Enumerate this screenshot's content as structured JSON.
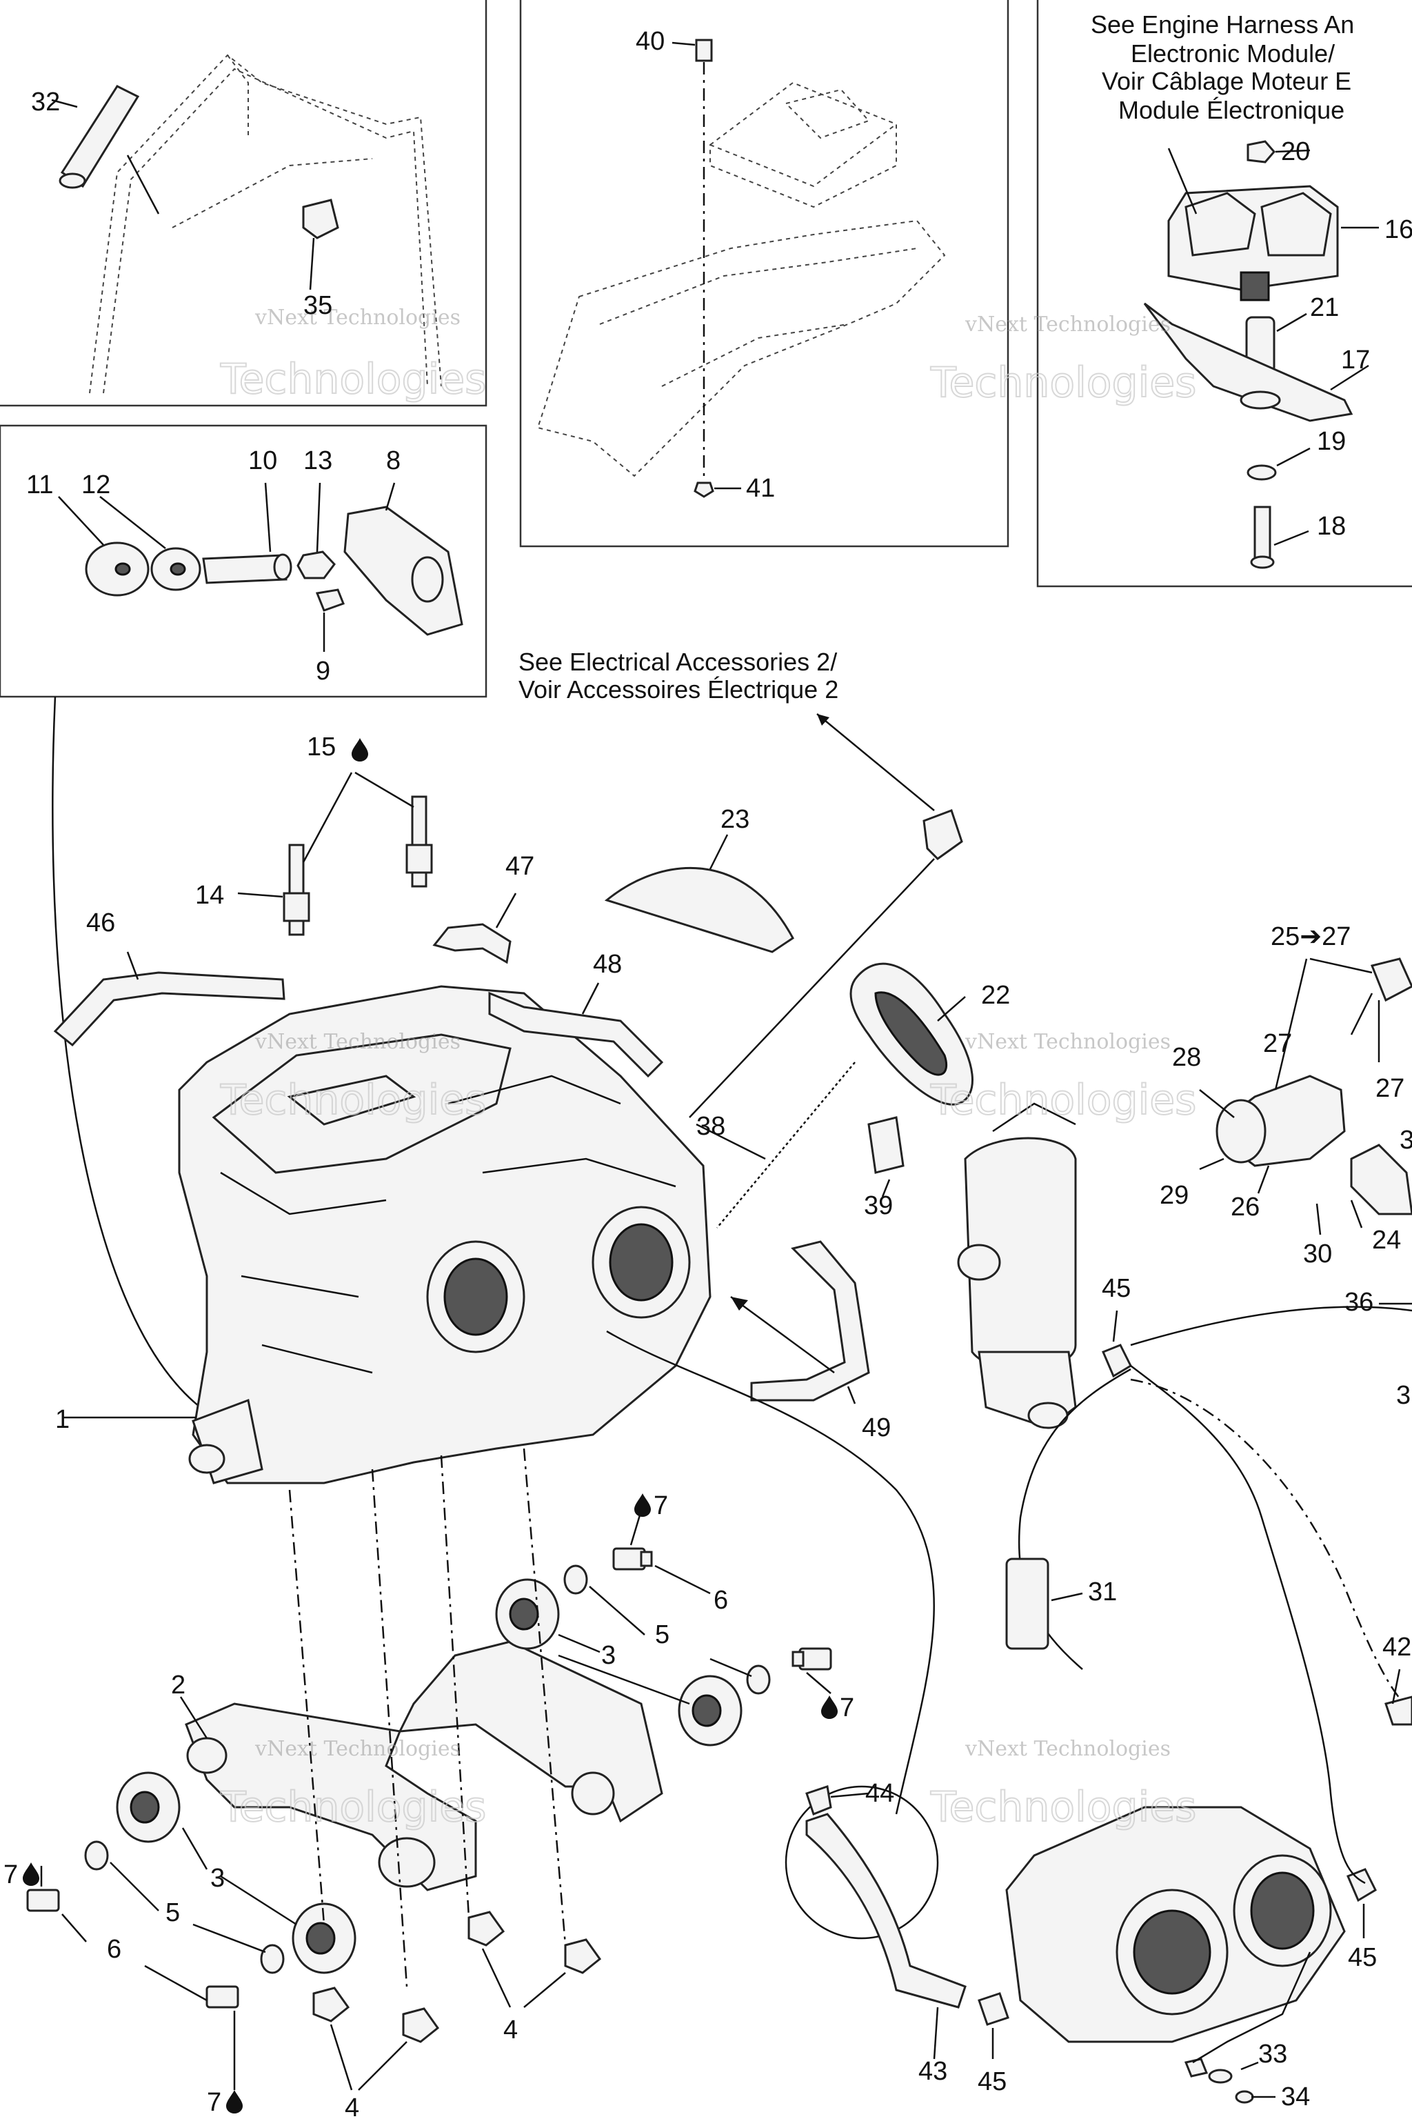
{
  "notes": {
    "harness_1": "See Engine Harness An",
    "harness_2": "Electronic Module/",
    "harness_3": "Voir Câblage Moteur E",
    "harness_4": "Module Électronique",
    "accessories_1": "See Electrical Accessories 2/",
    "accessories_2": "Voir Accessoires Électrique 2"
  },
  "watermark": {
    "brand": "vNext Technologies",
    "word": "Technologies"
  },
  "labels": {
    "l1": "1",
    "l2": "2",
    "l3a": "3",
    "l3b": "3",
    "l4a": "4",
    "l4b": "4",
    "l5a": "5",
    "l5b": "5",
    "l6a": "6",
    "l6b": "6",
    "l7a": "7",
    "l7b": "7",
    "l7c": "7",
    "l7d": "7",
    "l8": "8",
    "l9": "9",
    "l10": "10",
    "l11": "11",
    "l12": "12",
    "l13": "13",
    "l14": "14",
    "l15": "15",
    "l16": "16",
    "l17": "17",
    "l18": "18",
    "l19": "19",
    "l20": "20",
    "l21": "21",
    "l22": "22",
    "l23": "23",
    "l24": "24",
    "l25": "25➔27",
    "l26": "26",
    "l27a": "27",
    "l27b": "27",
    "l28": "28",
    "l29": "29",
    "l30": "30",
    "l31": "31",
    "l32": "32",
    "l33": "33",
    "l34": "34",
    "l35": "35",
    "l36": "36",
    "l38": "38",
    "l39": "39",
    "l40": "40",
    "l41": "41",
    "l42": "42",
    "l43": "43",
    "l44": "44",
    "l45a": "45",
    "l45b": "45",
    "l45c": "45",
    "l46": "46",
    "l47": "47",
    "l48": "48",
    "l49": "49",
    "l3partial": "3",
    "l3partial2": "3"
  },
  "icons": {
    "drop": "oil-drop-icon"
  }
}
